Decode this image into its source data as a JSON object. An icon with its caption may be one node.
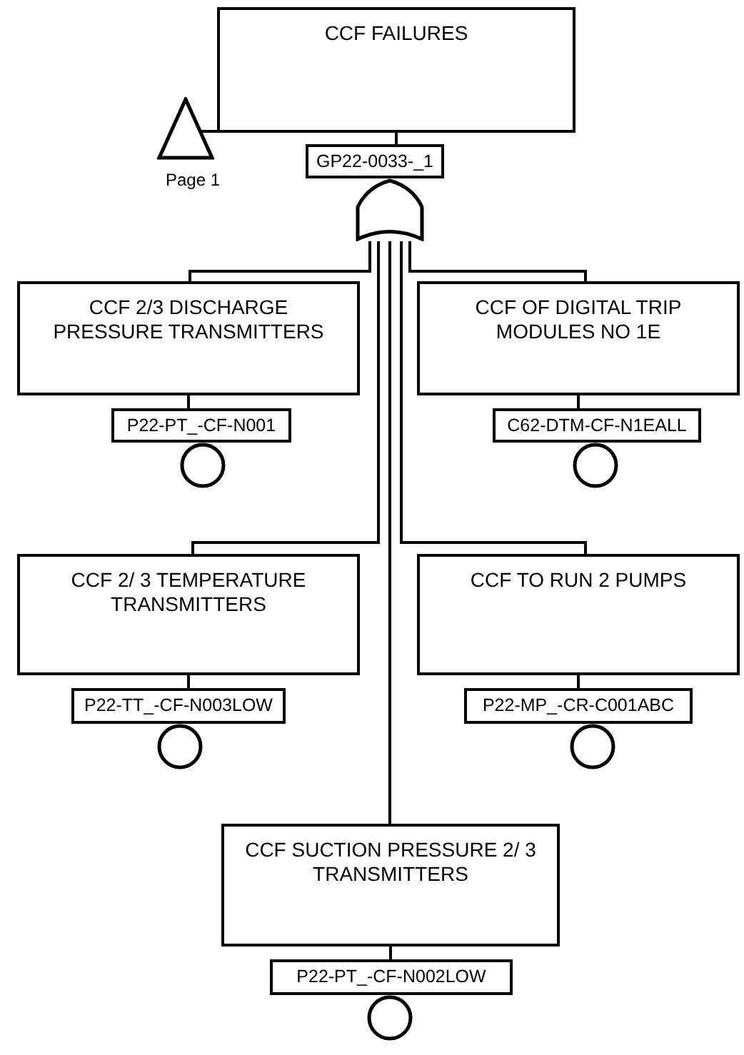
{
  "diagram": {
    "nodes": [
      {
        "text": [
          "CCF FAILURES"
        ]
      },
      {
        "text": [],
        "shape": "triangle",
        "beside": [
          "Page 1"
        ]
      },
      {
        "text": [
          "GP22-0033-_1"
        ]
      },
      {
        "text": [],
        "shape": "gate"
      },
      {
        "text": [
          "CCF 2/3 DISCHARGE PRESSURE TRANSMITTERS"
        ]
      },
      {
        "text": [
          "CCF OF DIGITAL TRIP MODULES NO 1E"
        ]
      },
      {
        "text": [
          "P22-PT_-CF-N001"
        ]
      },
      {
        "text": [
          "C62-DTM-CF-N1EALL"
        ]
      },
      {
        "text": [],
        "shape": "circle"
      },
      {
        "text": [],
        "shape": "circle"
      },
      {
        "text": [
          "CCF 2/ 3 TEMPERATURE TRANSMITTERS"
        ]
      },
      {
        "text": [
          "CCF TO RUN 2 PUMPS"
        ]
      },
      {
        "text": [
          "P22-TT_-CF-N003LOW"
        ]
      },
      {
        "text": [
          "P22-MP_-CR-C001ABC"
        ]
      },
      {
        "text": [],
        "shape": "circle"
      },
      {
        "text": [],
        "shape": "circle"
      },
      {
        "text": [
          "CCF SUCTION PRESSURE 2/ 3 TRANSMITTERS"
        ]
      },
      {
        "text": [
          "P22-PT_-CF-N002LOW"
        ]
      },
      {
        "text": [],
        "shape": "circle"
      }
    ],
    "edges": [
      {
        "from": 1,
        "to": 0,
        "arrow": "none"
      },
      {
        "from": 0,
        "to": 2,
        "arrow": "none"
      },
      {
        "from": 3,
        "to": 4,
        "arrow": "none"
      },
      {
        "from": 3,
        "to": 5,
        "arrow": "none"
      },
      {
        "from": 3,
        "to": 10,
        "arrow": "none"
      },
      {
        "from": 3,
        "to": 11,
        "arrow": "none"
      },
      {
        "from": 3,
        "to": 16,
        "arrow": "none"
      },
      {
        "from": 4,
        "to": 6,
        "arrow": "none"
      },
      {
        "from": 5,
        "to": 7,
        "arrow": "none"
      },
      {
        "from": 10,
        "to": 12,
        "arrow": "none"
      },
      {
        "from": 11,
        "to": 13,
        "arrow": "none"
      },
      {
        "from": 16,
        "to": 17,
        "arrow": "none"
      }
    ]
  }
}
